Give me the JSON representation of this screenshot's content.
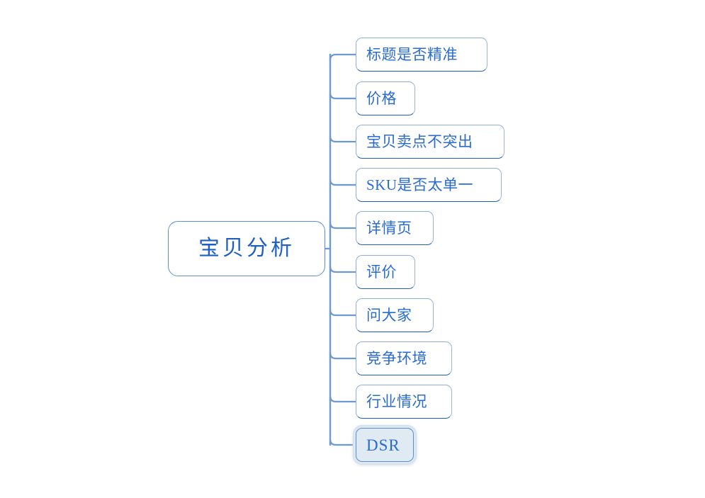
{
  "diagram": {
    "type": "mind-map",
    "background_color": "#FFFFFF",
    "accent_color": "#2A6BD0",
    "connector_color": "#6D99D6",
    "selected_fill": "#DFEAF2",
    "root": {
      "label": "宝贝分析"
    },
    "branches": [
      {
        "label": "标题是否精准",
        "selected": false,
        "serif": false
      },
      {
        "label": "价格",
        "selected": false,
        "serif": false
      },
      {
        "label": "宝贝卖点不突出",
        "selected": false,
        "serif": false
      },
      {
        "label": "SKU是否太单一",
        "selected": false,
        "serif": true
      },
      {
        "label": "详情页",
        "selected": false,
        "serif": false
      },
      {
        "label": "评价",
        "selected": false,
        "serif": false
      },
      {
        "label": "问大家",
        "selected": false,
        "serif": false
      },
      {
        "label": "竞争环境",
        "selected": false,
        "serif": false
      },
      {
        "label": "行业情况",
        "selected": false,
        "serif": false
      },
      {
        "label": "DSR",
        "selected": true,
        "serif": true
      }
    ]
  }
}
